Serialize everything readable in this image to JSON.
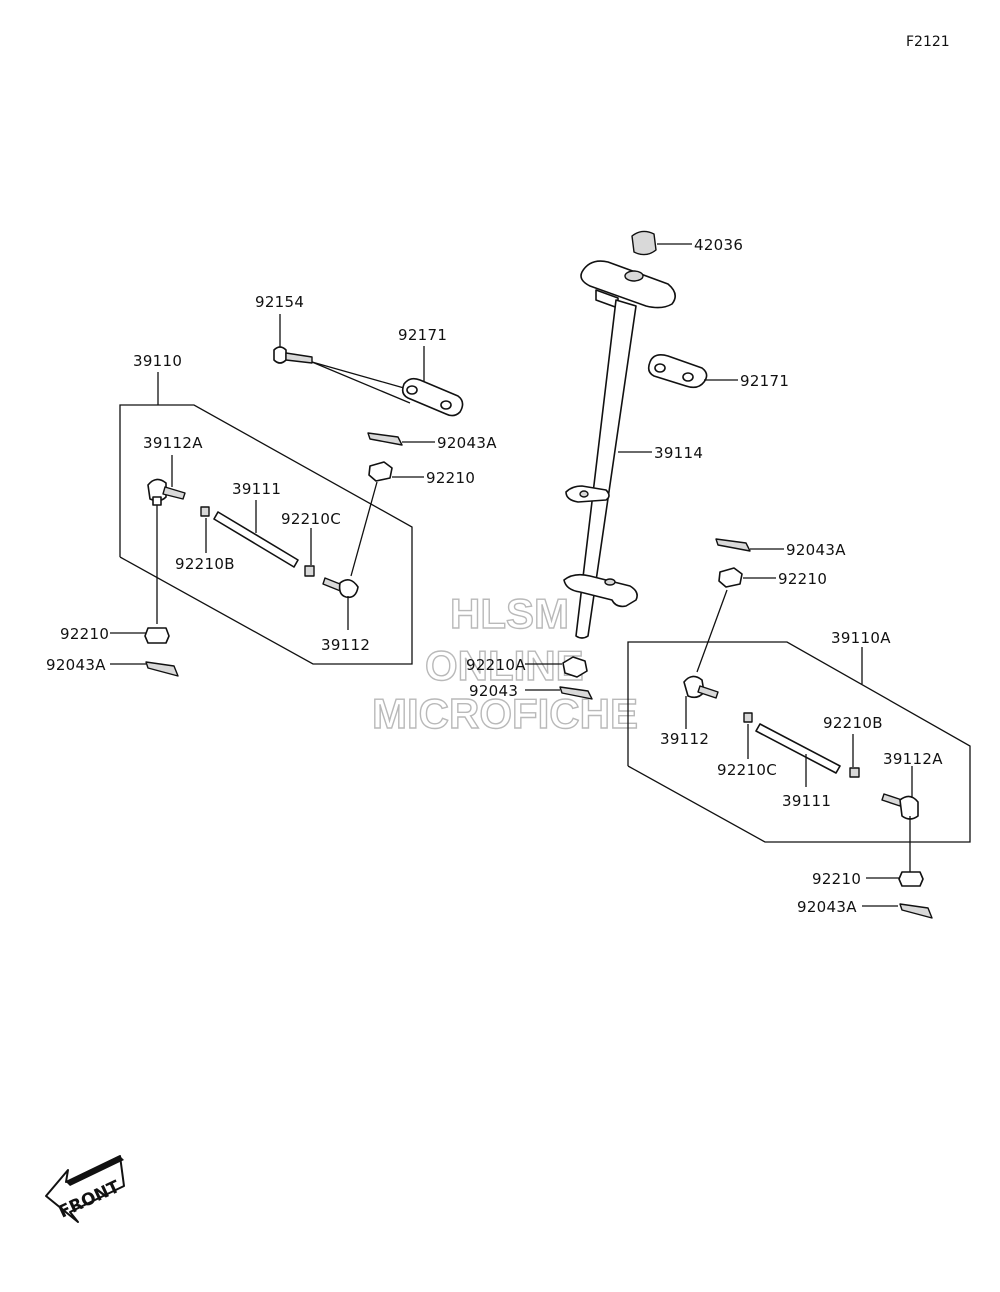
{
  "diagram_code": "F2121",
  "watermark": [
    "HLSM",
    "ONLINE",
    "MICROFICHE"
  ],
  "front_label": "FRONT",
  "parts": {
    "p42036": "42036",
    "p92171_upper": "92171",
    "p92171_right": "92171",
    "p92154": "92154",
    "p39110": "39110",
    "p39112A_left": "39112A",
    "p92043A_left_top": "92043A",
    "p92210_left_top": "92210",
    "p39114": "39114",
    "p39111_left": "39111",
    "p92210C_left": "92210C",
    "p92210B_left": "92210B",
    "p92210_left_bottom": "92210",
    "p39112_left": "39112",
    "p92043A_left_bottom": "92043A",
    "p92210A": "92210A",
    "p92043": "92043",
    "p92043A_right_top": "92043A",
    "p92210_right_top": "92210",
    "p39110A": "39110A",
    "p39112_right": "39112",
    "p92210B_right": "92210B",
    "p92210C_right": "92210C",
    "p39112A_right": "39112A",
    "p39111_right": "39111",
    "p92210_right_bottom": "92210",
    "p92043A_right_bottom": "92043A"
  }
}
